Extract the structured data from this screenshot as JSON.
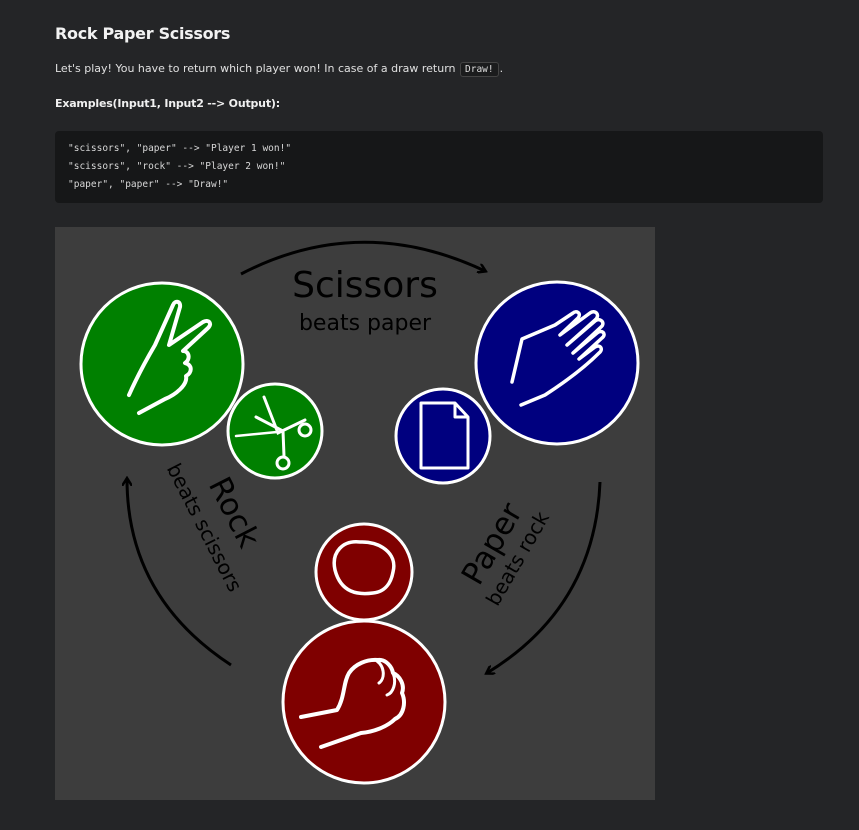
{
  "page": {
    "title": "Rock Paper Scissors",
    "intro_text": "Let's play! You have to return which player won! In case of a draw return",
    "intro_code": "Draw!",
    "intro_end": ".",
    "examples_heading": "Examples(Input1, Input2 --> Output):"
  },
  "code_example": {
    "lines": [
      "\"scissors\", \"paper\" --> \"Player 1 won!\"",
      "\"scissors\", \"rock\" --> \"Player 2 won!\"",
      "\"paper\", \"paper\" --> \"Draw!\""
    ]
  },
  "diagram": {
    "scissors_title": "Scissors",
    "scissors_sub": "beats paper",
    "rock_title": "Rock",
    "rock_sub": "beats scissors",
    "paper_title": "Paper",
    "paper_sub": "beats rock",
    "colors": {
      "background": "#3d3d3d",
      "scissors": "#008000",
      "paper": "#00007f",
      "rock": "#7f0000",
      "outline": "#ffffff",
      "arrow": "#000000"
    },
    "icons": [
      "peace-hand-icon",
      "scissors-icon",
      "open-hand-icon",
      "paper-sheet-icon",
      "rock-icon",
      "fist-icon"
    ]
  }
}
